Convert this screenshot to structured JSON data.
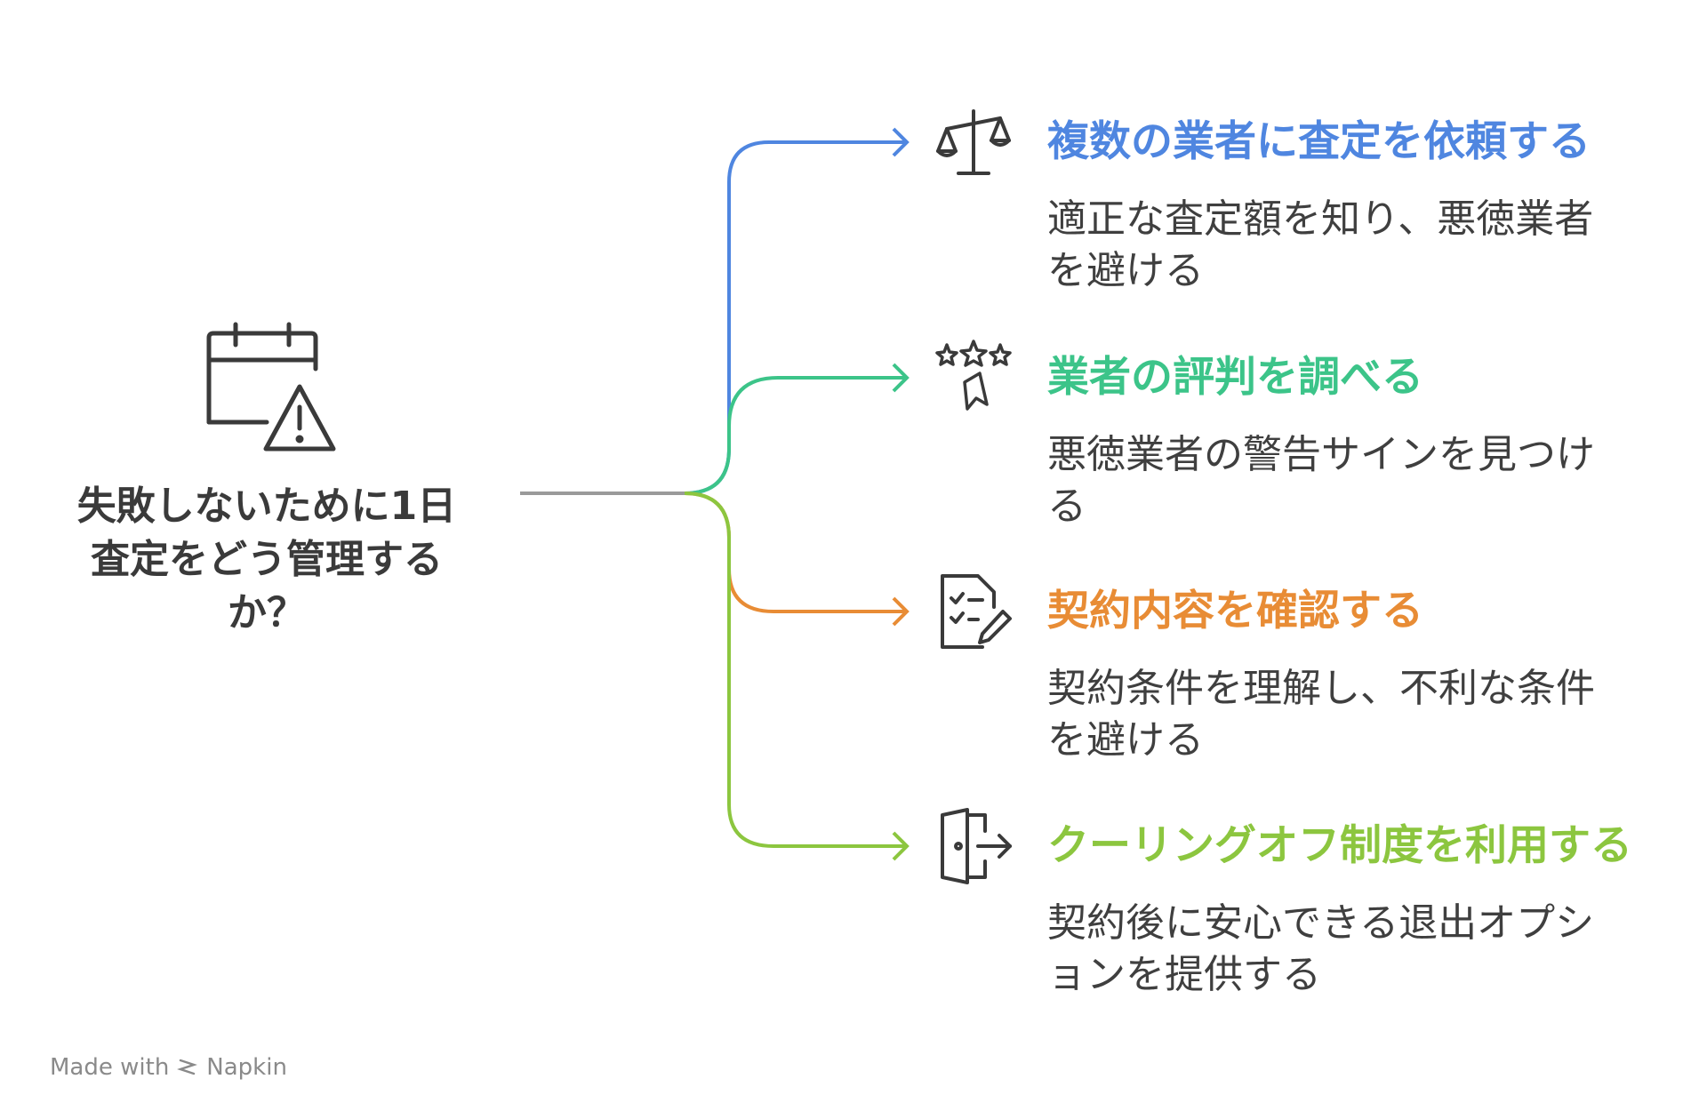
{
  "root": {
    "title_lines": [
      "失敗しないために1日",
      "査定をどう管理する",
      "か？"
    ]
  },
  "branches": [
    {
      "title": "複数の業者に査定を依頼する",
      "desc_lines": [
        "適正な査定額を知り、悪徳業者",
        "を避ける"
      ],
      "color": "#4f86e0",
      "icon": "balance-scale-icon"
    },
    {
      "title": "業者の評判を調べる",
      "desc_lines": [
        "悪徳業者の警告サインを見つけ",
        "る"
      ],
      "color": "#3cc489",
      "icon": "stars-rating-icon"
    },
    {
      "title": "契約内容を確認する",
      "desc_lines": [
        "契約条件を理解し、不利な条件",
        "を避ける"
      ],
      "color": "#e88c35",
      "icon": "checklist-pen-icon"
    },
    {
      "title": "クーリングオフ制度を利用する",
      "desc_lines": [
        "契約後に安心できる退出オプシ",
        "ョンを提供する"
      ],
      "color": "#8cc63f",
      "icon": "exit-door-icon"
    }
  ],
  "root_icon": "calendar-warning-icon",
  "connector_color": "#9a9a9a",
  "footer": {
    "text": "Made with",
    "brand": "Napkin",
    "icon": "napkin-logo-icon"
  }
}
